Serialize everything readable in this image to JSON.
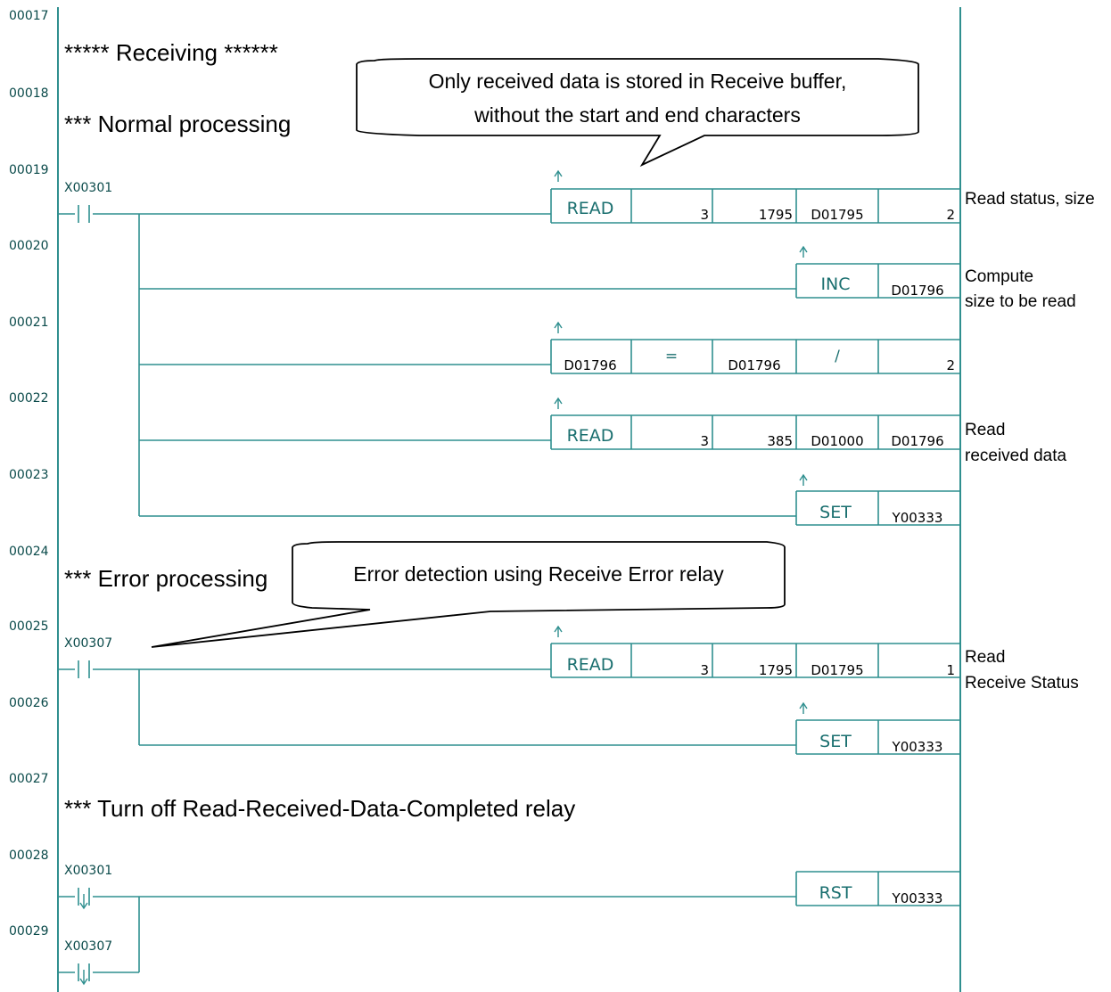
{
  "colors": {
    "rail": "#2f8f8f",
    "wire": "#2f8f8f",
    "instr_text": "#1a6f6f",
    "step_text": "#0a4a4a",
    "text": "#000000"
  },
  "step_numbers": [
    "00017",
    "00018",
    "00019",
    "00020",
    "00021",
    "00022",
    "00023",
    "00024",
    "00025",
    "00026",
    "00027",
    "00028",
    "00029"
  ],
  "comments": {
    "receiving": "***** Receiving ******",
    "normal": "*** Normal processing",
    "error": "*** Error processing",
    "turn_off": "*** Turn off Read-Received-Data-Completed relay"
  },
  "callouts": {
    "buffer_line1": "Only received data is stored in Receive buffer,",
    "buffer_line2": "without the start and end characters",
    "error_detect": "Error detection using Receive Error relay"
  },
  "contacts": {
    "x301_a": "X00301",
    "x307_a": "X00307",
    "x301_n": "X00301",
    "x307_n": "X00307"
  },
  "instructions": {
    "read_status": [
      "READ",
      "3",
      "1795",
      "D01795",
      "2"
    ],
    "inc": [
      "INC",
      "D01796"
    ],
    "div": [
      "D01796",
      "=",
      "D01796",
      "/",
      "2"
    ],
    "read_data": [
      "READ",
      "3",
      "385",
      "D01000",
      "D01796"
    ],
    "set1": [
      "SET",
      "Y00333"
    ],
    "read_err": [
      "READ",
      "3",
      "1795",
      "D01795",
      "1"
    ],
    "set2": [
      "SET",
      "Y00333"
    ],
    "rst": [
      "RST",
      "Y00333"
    ]
  },
  "annotations": {
    "read_status_size": "Read status, size",
    "compute_1": "Compute",
    "compute_2": "size to be read",
    "read_rx_1": "Read",
    "read_rx_2": "received data",
    "read_st_1": "Read",
    "read_st_2": "Receive Status"
  }
}
